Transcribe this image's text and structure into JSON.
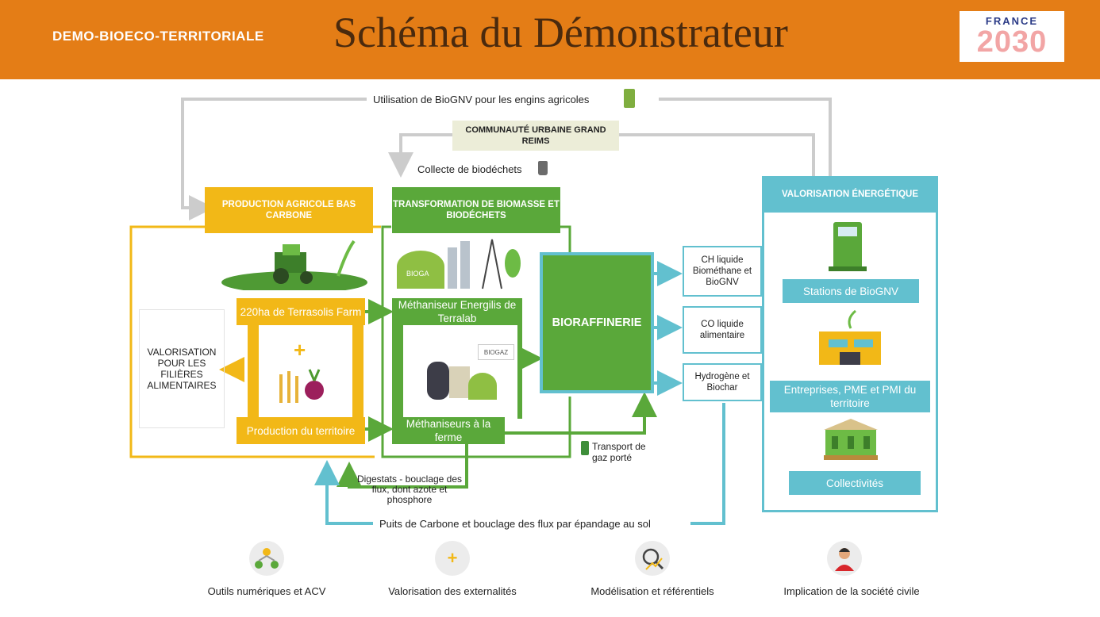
{
  "header": {
    "project": "DEMO-BIOECO-TERRITORIALE",
    "title": "Schéma du Démonstrateur",
    "logo_top": "FRANCE",
    "logo_num": "2030"
  },
  "colors": {
    "header": "#e47d16",
    "yellow": "#f2b817",
    "green": "#5aa83a",
    "teal": "#62c0cf",
    "arrow_gray": "#cccccc"
  },
  "flows": {
    "biognv_engins": "Utilisation de BioGNV pour les engins agricoles",
    "communaute": "COMMUNAUTÉ URBAINE GRAND REIMS",
    "collecte": "Collecte de biodéchets",
    "transport": "Transport de gaz porté",
    "digestats": "Digestats - bouclage des flux, dont azote et phosphore",
    "puits": "Puits de Carbone et bouclage des flux par épandage au sol"
  },
  "production": {
    "title": "PRODUCTION AGRICOLE BAS CARBONE",
    "farm": "220ha de Terrasolis Farm",
    "territory": "Production du territoire",
    "plus": "+"
  },
  "valorisation_alim": "VALORISATION POUR LES FILIÈRES ALIMENTAIRES",
  "transformation": {
    "title": "TRANSFORMATION DE BIOMASSE ET BIODÉCHETS",
    "methaniseur": "Méthaniseur Energilis de Terralab",
    "methaniseurs_ferme": "Méthaniseurs à la ferme",
    "bioga_tag": "BIOGA",
    "biogaz_tag": "BIOGAZ"
  },
  "bioraffinerie": "BIORAFFINERIE",
  "outputs": [
    "CH liquide Biométhane et BioGNV",
    "CO liquide alimentaire",
    "Hydrogène et Biochar"
  ],
  "valorisation_energetique": {
    "title": "VALORISATION ÉNERGÉTIQUE",
    "stations": "Stations de BioGNV",
    "entreprises": "Entreprises, PME et PMI du territoire",
    "collectivites": "Collectivités"
  },
  "bottom": [
    {
      "label": "Outils numériques et ACV",
      "icon": "network-icon"
    },
    {
      "label": "Valorisation des externalités",
      "icon": "plus-icon"
    },
    {
      "label": "Modélisation et référentiels",
      "icon": "magnifier-chart-icon"
    },
    {
      "label": "Implication de la société civile",
      "icon": "person-icon"
    }
  ]
}
